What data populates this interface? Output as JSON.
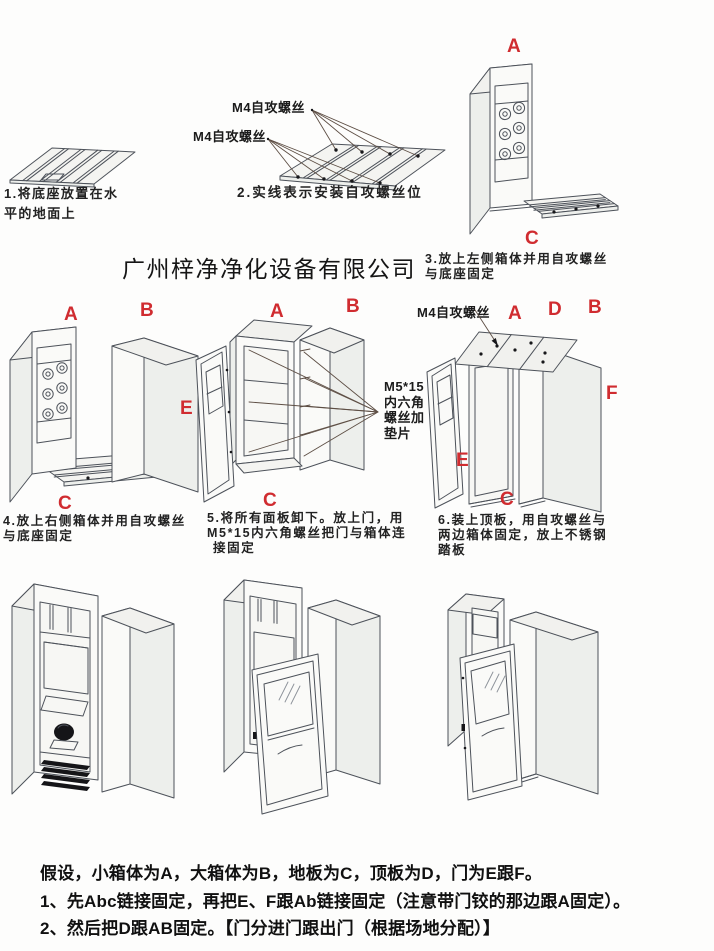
{
  "company_watermark": "广州梓净净化设备有限公司",
  "steps": {
    "s1": {
      "caption_lines": [
        "1.将底座放置在水",
        "平的地面上"
      ]
    },
    "s2": {
      "caption_lines": [
        "2.实线表示安装自攻螺丝位"
      ],
      "screw_label_top": "M4自攻螺丝",
      "screw_label_left": "M4自攻螺丝"
    },
    "s3": {
      "caption_lines": [
        "3.放上左侧箱体并用自攻螺丝",
        "与底座固定"
      ],
      "labels": {
        "a": "A",
        "c": "C"
      }
    },
    "s4": {
      "caption_lines": [
        "4.放上右侧箱体并用自攻螺丝",
        "与底座固定"
      ],
      "labels": {
        "a": "A",
        "b": "B",
        "c": "C"
      }
    },
    "s5": {
      "caption_lines": [
        "5.将所有面板卸下。放上门，用",
        "M5*15内六角螺丝把门与箱体连",
        "接固定"
      ],
      "screw_label_lines": [
        "M5*15",
        "内六角",
        "螺丝加",
        "垫片"
      ],
      "labels": {
        "a": "A",
        "b": "B",
        "c": "C",
        "e": "E"
      }
    },
    "s6": {
      "caption_lines": [
        "6.装上顶板，用自攻螺丝与",
        "两边箱体固定，放上不锈钢",
        "踏板"
      ],
      "screw_label": "M4自攻螺丝",
      "labels": {
        "a": "A",
        "b": "B",
        "c": "C",
        "d": "D",
        "e": "E",
        "f": "F"
      }
    }
  },
  "footer": {
    "line1": "假设，小箱体为A，大箱体为B，地板为C，顶板为D，门为E跟F。",
    "line2": "1、先Abc链接固定，再把E、F跟Ab链接固定（注意带门铰的那边跟A固定）。",
    "line3": "2、然后把D跟AB固定。【门分进门跟出门（根据场地分配）】"
  },
  "colors": {
    "part_label_red": "#d02c30",
    "line_dark": "#4d525a",
    "text": "#1b1b1b"
  }
}
